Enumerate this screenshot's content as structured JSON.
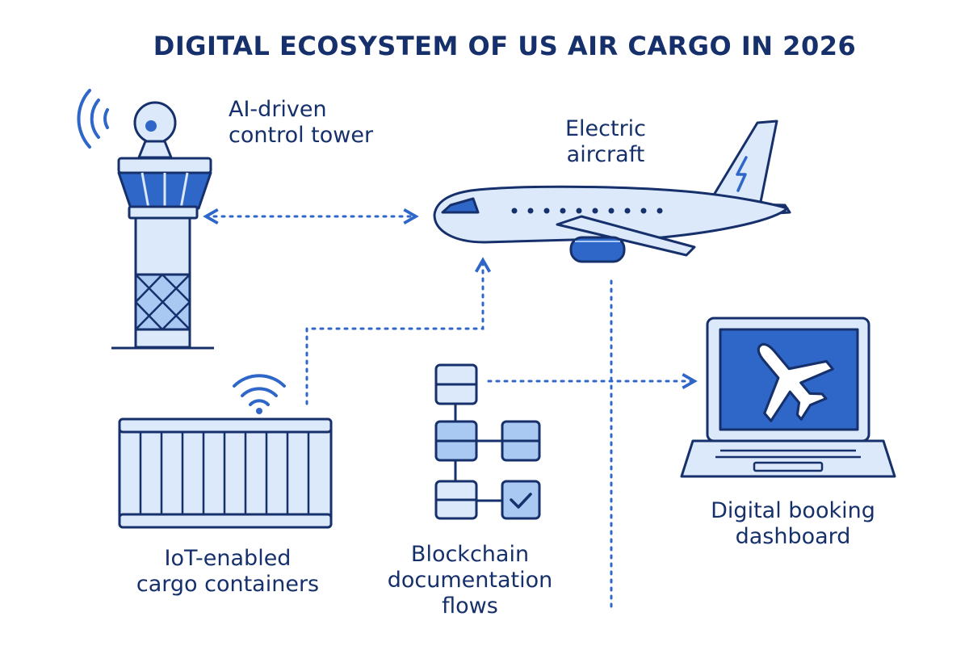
{
  "title": "DIGITAL ECOSYSTEM OF US AIR CARGO IN 2026",
  "nodes": {
    "tower": {
      "lines": [
        "AI-driven",
        "control tower"
      ]
    },
    "aircraft": {
      "lines": [
        "Electric",
        "aircraft"
      ]
    },
    "containers": {
      "lines": [
        "IoT-enabled",
        "cargo containers"
      ]
    },
    "blockchain": {
      "lines": [
        "Blockchain",
        "documentation",
        "flows"
      ]
    },
    "dashboard": {
      "lines": [
        "Digital booking",
        "dashboard"
      ]
    }
  },
  "icons": {
    "tower": "control-tower-icon",
    "aircraft": "electric-aircraft-icon",
    "containers": "cargo-container-icon",
    "blockchain": "blockchain-flow-icon",
    "dashboard": "laptop-dashboard-icon"
  },
  "colors": {
    "navy": "#16306b",
    "accent": "#2f67c8",
    "light_fill": "#dce9fb",
    "mid_fill": "#a9c8f2"
  }
}
